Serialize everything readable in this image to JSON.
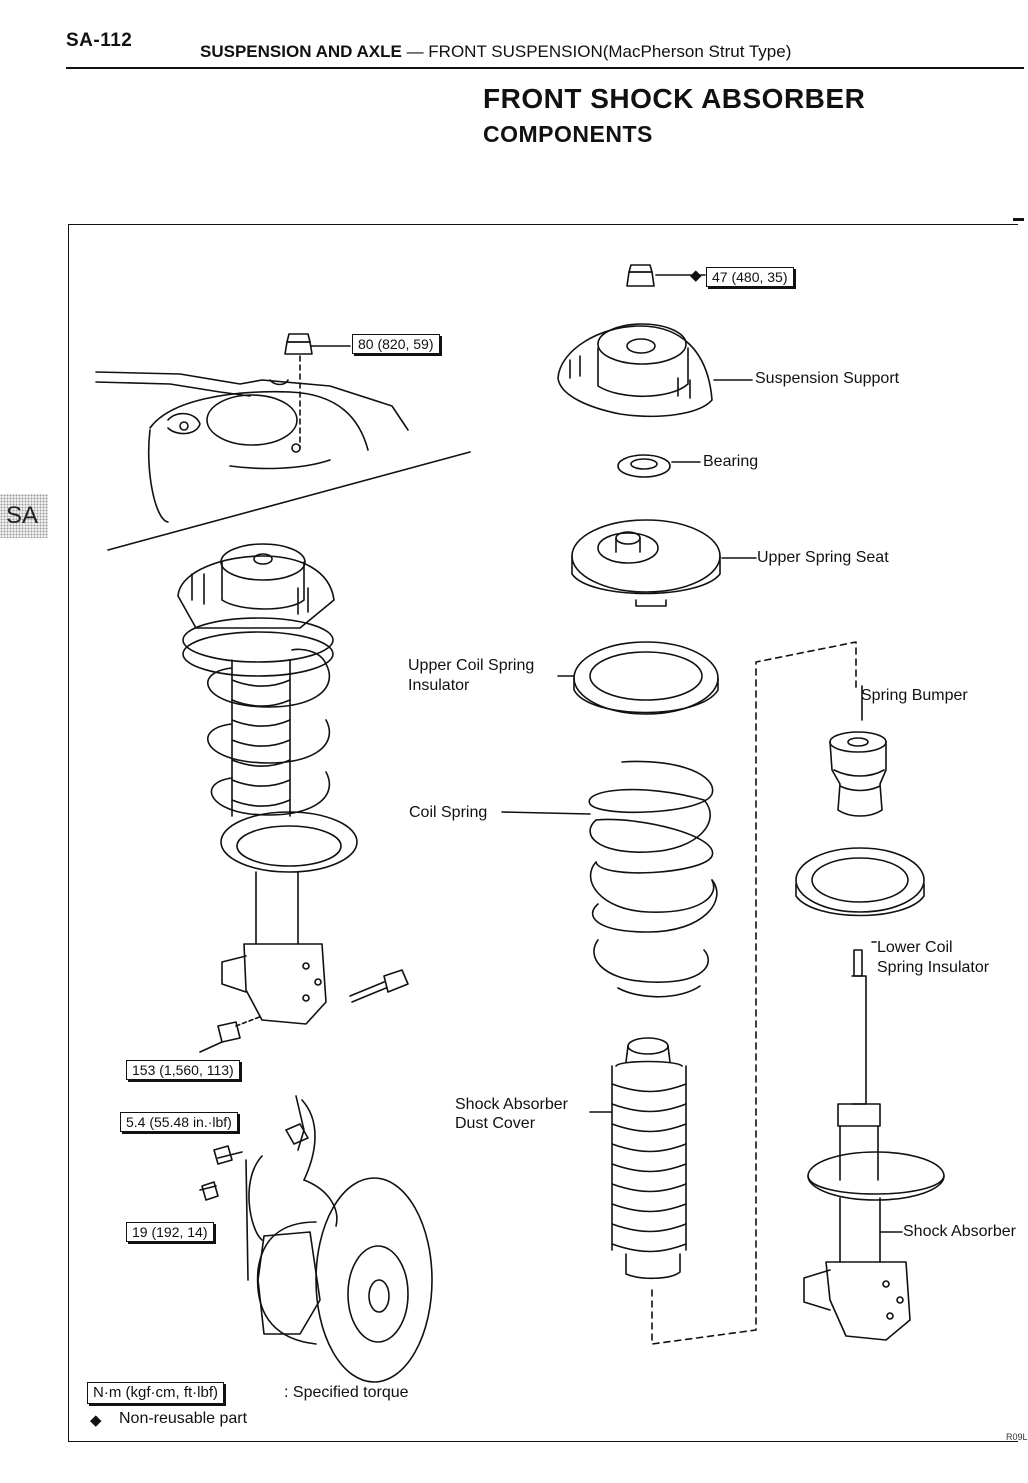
{
  "header": {
    "page_number": "SA-112",
    "section_bold": "SUSPENSION AND AXLE",
    "separator": "—",
    "subsection": "FRONT SUSPENSION(MacPherson Strut Type)"
  },
  "title": "FRONT SHOCK ABSORBER",
  "subtitle": "COMPONENTS",
  "side_tab": "SA",
  "torque_specs": {
    "strut_upper_nut": "80 (820, 59)",
    "piston_rod_nut": "47 (480, 35)",
    "knuckle_bolt": "153 (1,560, 113)",
    "hose_bracket": "5.4 (55.48 in.·lbf)",
    "sensor_bolt": "19 (192, 14)"
  },
  "part_labels": {
    "suspension_support": "Suspension Support",
    "bearing": "Bearing",
    "upper_spring_seat": "Upper Spring Seat",
    "upper_coil_spring_insulator_l1": "Upper Coil Spring",
    "upper_coil_spring_insulator_l2": "Insulator",
    "spring_bumper": "Spring Bumper",
    "coil_spring": "Coil Spring",
    "lower_coil_spring_insulator_l1": "Lower Coil",
    "lower_coil_spring_insulator_l2": "Spring Insulator",
    "shock_absorber_dust_cover_l1": "Shock Absorber",
    "shock_absorber_dust_cover_l2": "Dust Cover",
    "shock_absorber": "Shock Absorber"
  },
  "legend": {
    "torque_unit": "N·m (kgf·cm, ft·lbf)",
    "torque_desc": ": Specified torque",
    "nonreuse_icon": "◆",
    "nonreuse_desc": "Non-reusable part"
  },
  "drawing_code": "R09L"
}
